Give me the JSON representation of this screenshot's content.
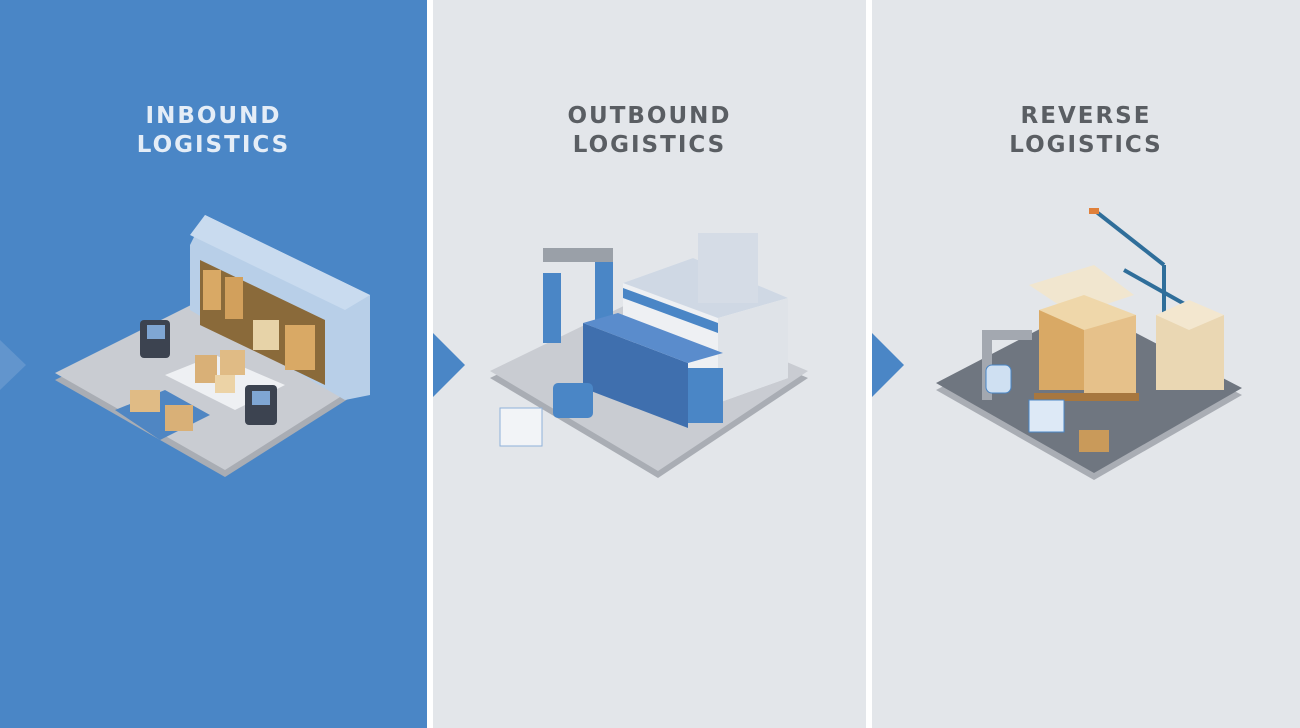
{
  "panels": [
    {
      "title_line1": "INBOUND",
      "title_line2": "LOGISTICS",
      "background": "#4a86c6",
      "illustration": "warehouse-receiving"
    },
    {
      "title_line1": "OUTBOUND",
      "title_line2": "LOGISTICS",
      "background": "#e3e6ea",
      "illustration": "factory-truck-shipping"
    },
    {
      "title_line1": "REVERSE",
      "title_line2": "LOGISTICS",
      "background": "#e3e6ea",
      "illustration": "returns-processing"
    }
  ],
  "colors": {
    "accent": "#4a86c6",
    "box": "#d9b077",
    "platform": "#c9ccd2",
    "dark_platform": "#6f7680"
  }
}
